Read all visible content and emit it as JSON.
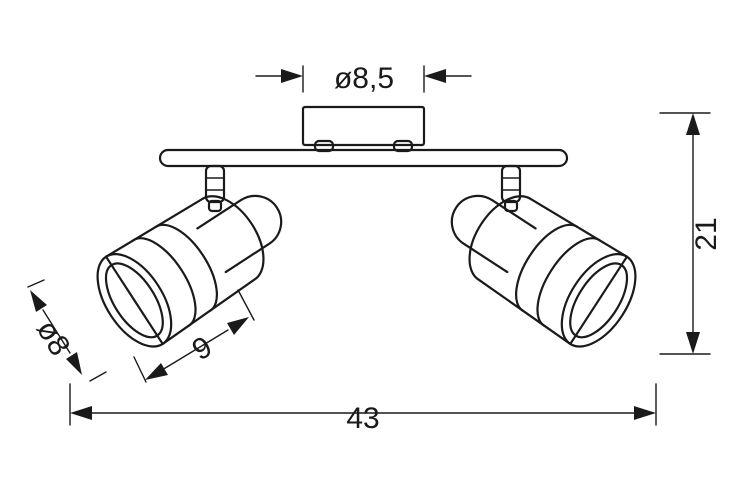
{
  "dimensions": {
    "canopy_diameter": "ø8,5",
    "height": "21",
    "width": "43",
    "shade_length": "9",
    "shade_diameter": "ø8"
  }
}
